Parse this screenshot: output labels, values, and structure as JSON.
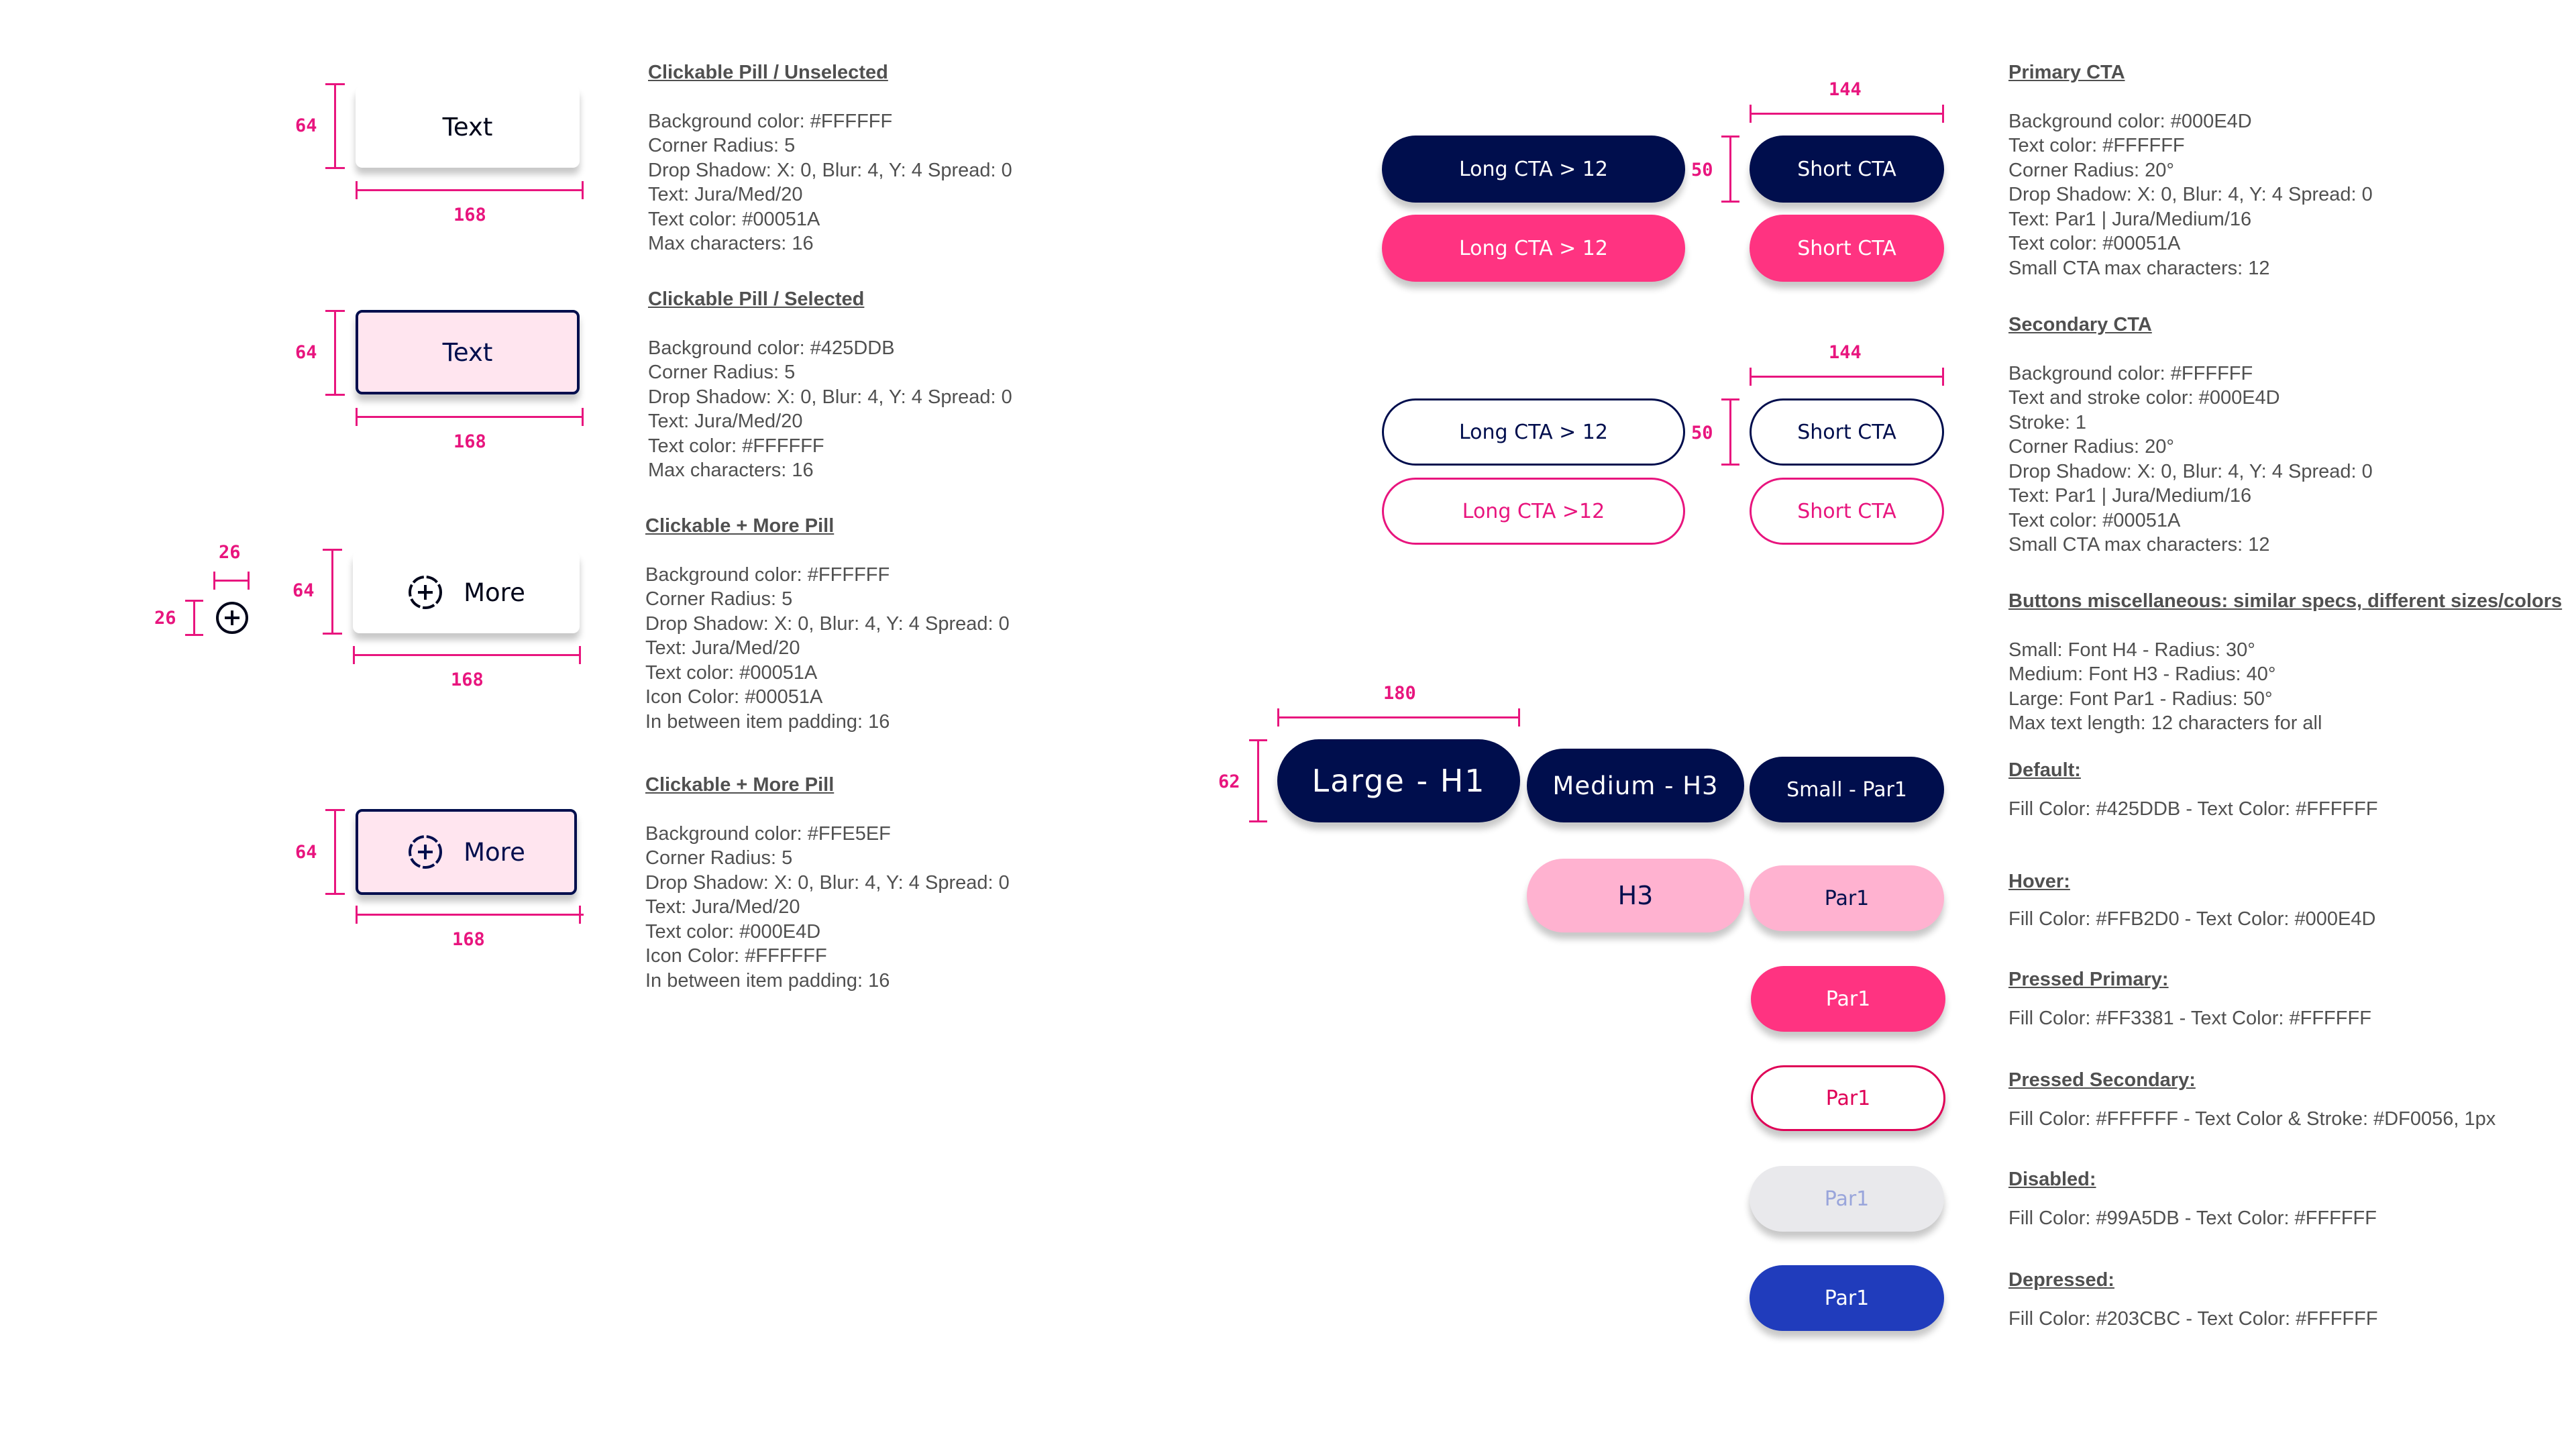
{
  "colors": {
    "navy": "#000E4D",
    "pink": "#FF3381",
    "light_pink": "#FFB2D0",
    "selected_bg": "#FFE5EF",
    "disabled_fill": "#E9E9EC",
    "disabled_text": "#99A5DB",
    "depressed": "#203CBC",
    "dimension": "#E8157E"
  },
  "icons": [
    "add-circle-icon",
    "add-circle-dashed-icon"
  ],
  "pills": {
    "unselected": {
      "label": "Text",
      "height_label": "64",
      "width_label": "168",
      "spec_title": "Clickable Pill / Unselected",
      "spec_lines": [
        "Background color: #FFFFFF",
        "Corner Radius: 5",
        "Drop Shadow: X: 0, Blur: 4, Y: 4 Spread: 0",
        "Text: Jura/Med/20",
        "Text color: #00051A",
        "Max characters: 16"
      ]
    },
    "selected": {
      "label": "Text",
      "height_label": "64",
      "width_label": "168",
      "spec_title": "Clickable Pill / Selected",
      "spec_lines": [
        "Background color: #425DDB",
        "Corner Radius: 5",
        "Drop Shadow: X: 0, Blur: 4, Y: 4 Spread: 0",
        "Text: Jura/Med/20",
        "Text color: #FFFFFF",
        "Max characters: 16"
      ]
    },
    "more_unselected": {
      "label": "More",
      "height_label": "64",
      "width_label": "168",
      "icon_width_label": "26",
      "icon_height_label": "26",
      "spec_title": "Clickable + More Pill",
      "spec_lines": [
        "Background color: #FFFFFF",
        "Corner Radius: 5",
        "Drop Shadow: X: 0, Blur: 4, Y: 4 Spread: 0",
        "Text: Jura/Med/20",
        "Text color: #00051A",
        "Icon Color: #00051A",
        "In between item padding: 16"
      ]
    },
    "more_selected": {
      "label": "More",
      "height_label": "64",
      "width_label": "168",
      "spec_title": "Clickable + More Pill",
      "spec_lines": [
        "Background color: #FFE5EF",
        "Corner Radius: 5",
        "Drop Shadow: X: 0, Blur: 4, Y: 4 Spread: 0",
        "Text: Jura/Med/20",
        "Text color: #000E4D",
        "Icon Color: #FFFFFF",
        "In between item padding: 16"
      ]
    }
  },
  "cta": {
    "primary": {
      "long_label": "Long CTA > 12",
      "long_pink_label": "Long CTA > 12",
      "short_label": "Short CTA",
      "short_pink_label": "Short CTA",
      "width_label": "144",
      "height_label": "50",
      "spec_title": "Primary CTA",
      "spec_lines": [
        "Background color: #000E4D",
        "Text color: #FFFFFF",
        "Corner Radius: 20°",
        "Drop Shadow: X: 0, Blur: 4, Y: 4 Spread: 0",
        "Text: Par1 | Jura/Medium/16",
        "Text color: #00051A",
        "Small CTA max characters: 12"
      ]
    },
    "secondary": {
      "long_label": "Long CTA > 12",
      "long_pink_label": "Long CTA >12",
      "short_label": "Short CTA",
      "short_pink_label": "Short CTA",
      "width_label": "144",
      "height_label": "50",
      "spec_title": "Secondary CTA",
      "spec_lines": [
        "Background color: #FFFFFF",
        "Text and stroke color: #000E4D",
        "Stroke: 1",
        "Corner Radius: 20°",
        "Drop Shadow: X: 0, Blur: 4, Y: 4 Spread: 0",
        "Text: Par1 | Jura/Medium/16",
        "Text color: #00051A",
        "Small CTA max characters: 12"
      ]
    }
  },
  "misc": {
    "width_label": "180",
    "height_label": "62",
    "large_label": "Large - H1",
    "medium_label": "Medium - H3",
    "small_label": "Small - Par1",
    "h3_label": "H3",
    "hover_label": "Par1",
    "pressed_primary_label": "Par1",
    "pressed_secondary_label": "Par1",
    "disabled_label": "Par1",
    "depressed_label": "Par1",
    "spec_title": "Buttons miscellaneous: similar specs, different sizes/colors",
    "spec_lines": [
      "Small: Font H4 - Radius: 30°",
      "Medium:  Font H3 - Radius: 40°",
      "Large:  Font Par1 - Radius: 50°",
      "Max text length: 12 characters for all"
    ],
    "states": [
      {
        "title": "Default:",
        "text": "Fill Color: #425DDB - Text Color: #FFFFFF"
      },
      {
        "title": "Hover:",
        "text": "Fill Color: #FFB2D0 - Text Color: #000E4D"
      },
      {
        "title": "Pressed Primary:",
        "text": "Fill Color: #FF3381 - Text Color: #FFFFFF"
      },
      {
        "title": "Pressed Secondary:",
        "text": "Fill Color: #FFFFFF - Text Color & Stroke: #DF0056, 1px"
      },
      {
        "title": "Disabled:",
        "text": "Fill Color: #99A5DB - Text Color: #FFFFFF"
      },
      {
        "title": "Depressed:",
        "text": "Fill Color: #203CBC - Text Color: #FFFFFF"
      }
    ]
  }
}
